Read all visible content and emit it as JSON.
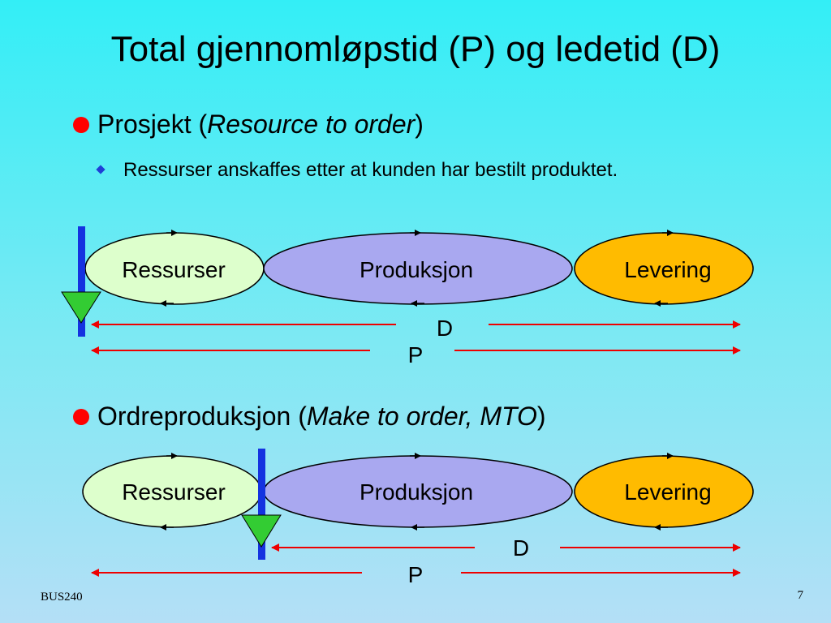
{
  "title": "Total gjennomløpstid (P) og ledetid (D)",
  "bullet1": {
    "prefix": "Prosjekt (",
    "italic": "Resource to order",
    "suffix": ")",
    "sub": "Ressurser anskaffes etter at kunden har bestilt produktet."
  },
  "bullet2": {
    "prefix": "Ordreproduksjon (",
    "italic": "Make to order, MTO",
    "suffix": ")"
  },
  "diagram": {
    "ellipse_labels": [
      "Ressurser",
      "Produksjon",
      "Levering"
    ],
    "colors": {
      "ressurser": "#ddffcc",
      "produksjon": "#a9a8f0",
      "levering": "#ffbb00",
      "order_point": "#1432e0",
      "triangle": "#33cc33",
      "arrow": "#ee0000"
    },
    "d_label": "D",
    "p_label": "P"
  },
  "footer": {
    "course": "BUS240",
    "page": "7"
  }
}
